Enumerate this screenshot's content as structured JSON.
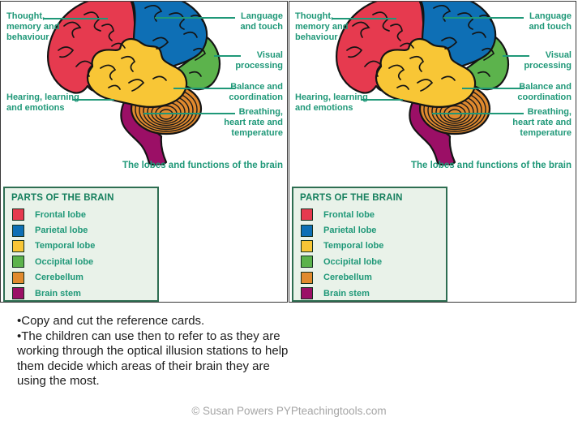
{
  "colors": {
    "teal": "#1f9878",
    "legend_title": "#157f5d",
    "legend_bg": "#e9f2e9",
    "legend_border": "#2e6e52",
    "frontal": "#e63a4f",
    "parietal": "#0e6fb5",
    "temporal": "#f8c636",
    "occipital": "#5cb34c",
    "cerebellum": "#e18a2e",
    "stem": "#9b0f66"
  },
  "reference_card": {
    "labels": {
      "thought": "Thought,\nmemory and\nbehaviour",
      "hearing": "Hearing, learning\nand emotions",
      "language": "Language\nand touch",
      "visual": "Visual\nprocessing",
      "balance": "Balance and\ncoordination",
      "breathing": "Breathing,\nheart rate and\ntemperature",
      "caption": "The lobes and functions of the brain"
    },
    "legend": {
      "title": "PARTS OF THE BRAIN",
      "items": [
        {
          "label": "Frontal lobe",
          "color": "#e63a4f"
        },
        {
          "label": "Parietal lobe",
          "color": "#0e6fb5"
        },
        {
          "label": "Temporal lobe",
          "color": "#f8c636"
        },
        {
          "label": "Occipital lobe",
          "color": "#5cb34c"
        },
        {
          "label": "Cerebellum",
          "color": "#e18a2e"
        },
        {
          "label": "Brain stem",
          "color": "#9b0f66"
        }
      ]
    }
  },
  "instructions": {
    "bullets": [
      "•Copy and cut the reference cards.",
      "•The children can use then to refer to as they are working through the optical illusion stations to help them decide which areas of their brain they are using the most."
    ]
  },
  "footer": {
    "credit": "© Susan Powers PYPteachingtools.com"
  }
}
